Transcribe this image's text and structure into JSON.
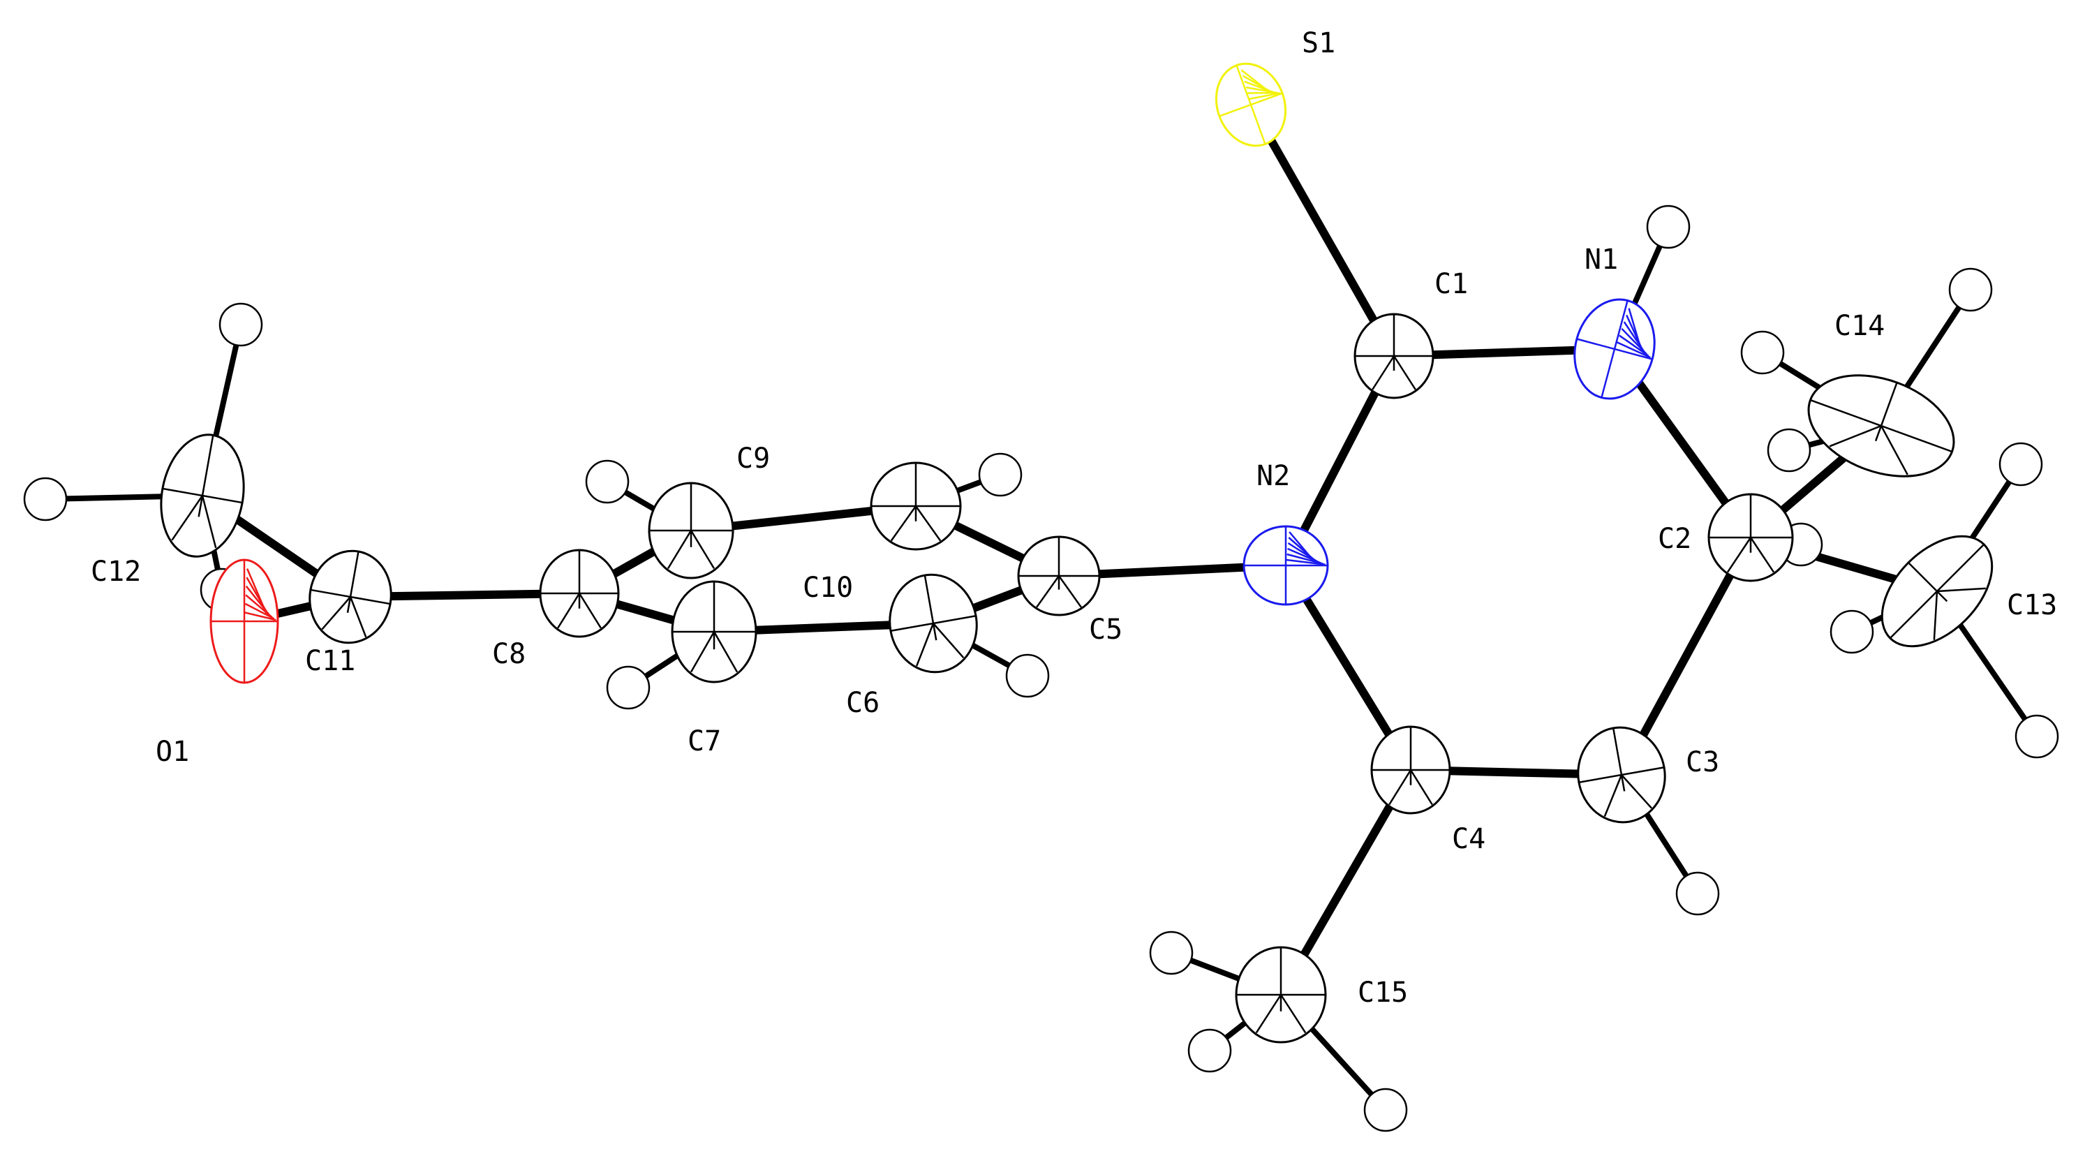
{
  "atoms": [
    {
      "label": "S1",
      "element": "S"
    },
    {
      "label": "C1",
      "element": "C"
    },
    {
      "label": "N1",
      "element": "N"
    },
    {
      "label": "N2",
      "element": "N"
    },
    {
      "label": "C2",
      "element": "C"
    },
    {
      "label": "C3",
      "element": "C"
    },
    {
      "label": "C4",
      "element": "C"
    },
    {
      "label": "C5",
      "element": "C"
    },
    {
      "label": "C6",
      "element": "C"
    },
    {
      "label": "C7",
      "element": "C"
    },
    {
      "label": "C8",
      "element": "C"
    },
    {
      "label": "C9",
      "element": "C"
    },
    {
      "label": "C10",
      "element": "C"
    },
    {
      "label": "C11",
      "element": "C"
    },
    {
      "label": "C12",
      "element": "C"
    },
    {
      "label": "C13",
      "element": "C"
    },
    {
      "label": "C14",
      "element": "C"
    },
    {
      "label": "C15",
      "element": "C"
    },
    {
      "label": "O1",
      "element": "O"
    }
  ],
  "bonds": [
    [
      "S1",
      "C1"
    ],
    [
      "C1",
      "N1"
    ],
    [
      "C1",
      "N2"
    ],
    [
      "N1",
      "C2"
    ],
    [
      "C2",
      "C3"
    ],
    [
      "C3",
      "C4"
    ],
    [
      "C4",
      "N2"
    ],
    [
      "C4",
      "C15"
    ],
    [
      "C2",
      "C14"
    ],
    [
      "C2",
      "C13"
    ],
    [
      "N2",
      "C5"
    ],
    [
      "C5",
      "C10"
    ],
    [
      "C5",
      "C6"
    ],
    [
      "C10",
      "C9"
    ],
    [
      "C6",
      "C7"
    ],
    [
      "C9",
      "C8"
    ],
    [
      "C7",
      "C8"
    ],
    [
      "C8",
      "C11"
    ],
    [
      "C11",
      "O1"
    ],
    [
      "C11",
      "C12"
    ]
  ],
  "element_colors": {
    "S": "#f2f20a",
    "N": "#1a1aee",
    "O": "#ee1a1a",
    "C": "#000000",
    "H": "#000000"
  }
}
